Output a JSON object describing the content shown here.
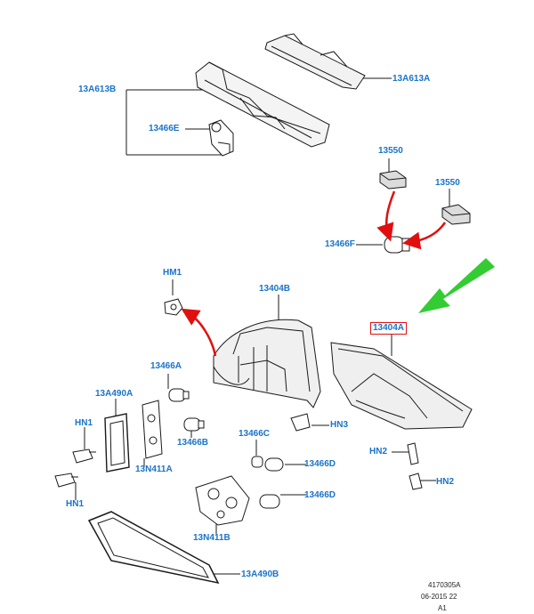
{
  "colors": {
    "label": "#1a73c9",
    "highlight_box": "#e01010",
    "red_arrow": "#e01010",
    "green_arrow": "#33cc33",
    "line": "#1a1a1a"
  },
  "labels": {
    "p13A613B": "13A613B",
    "p13A613A": "13A613A",
    "p13466E": "13466E",
    "p13550_a": "13550",
    "p13550_b": "13550",
    "p13466F": "13466F",
    "pHM1": "HM1",
    "p13404B": "13404B",
    "p13404A": "13404A",
    "p13466A": "13466A",
    "p13A490A": "13A490A",
    "pHN1_a": "HN1",
    "pHN1_b": "HN1",
    "p13N411A": "13N411A",
    "p13466B": "13466B",
    "p13466C": "13466C",
    "p13466D_a": "13466D",
    "p13466D_b": "13466D",
    "pHN3": "HN3",
    "pHN2_a": "HN2",
    "pHN2_b": "HN2",
    "p13N411B": "13N411B",
    "p13A490B": "13A490B"
  },
  "footer": {
    "code": "4170305A",
    "date": "06-2015 22",
    "rev": "A1"
  }
}
